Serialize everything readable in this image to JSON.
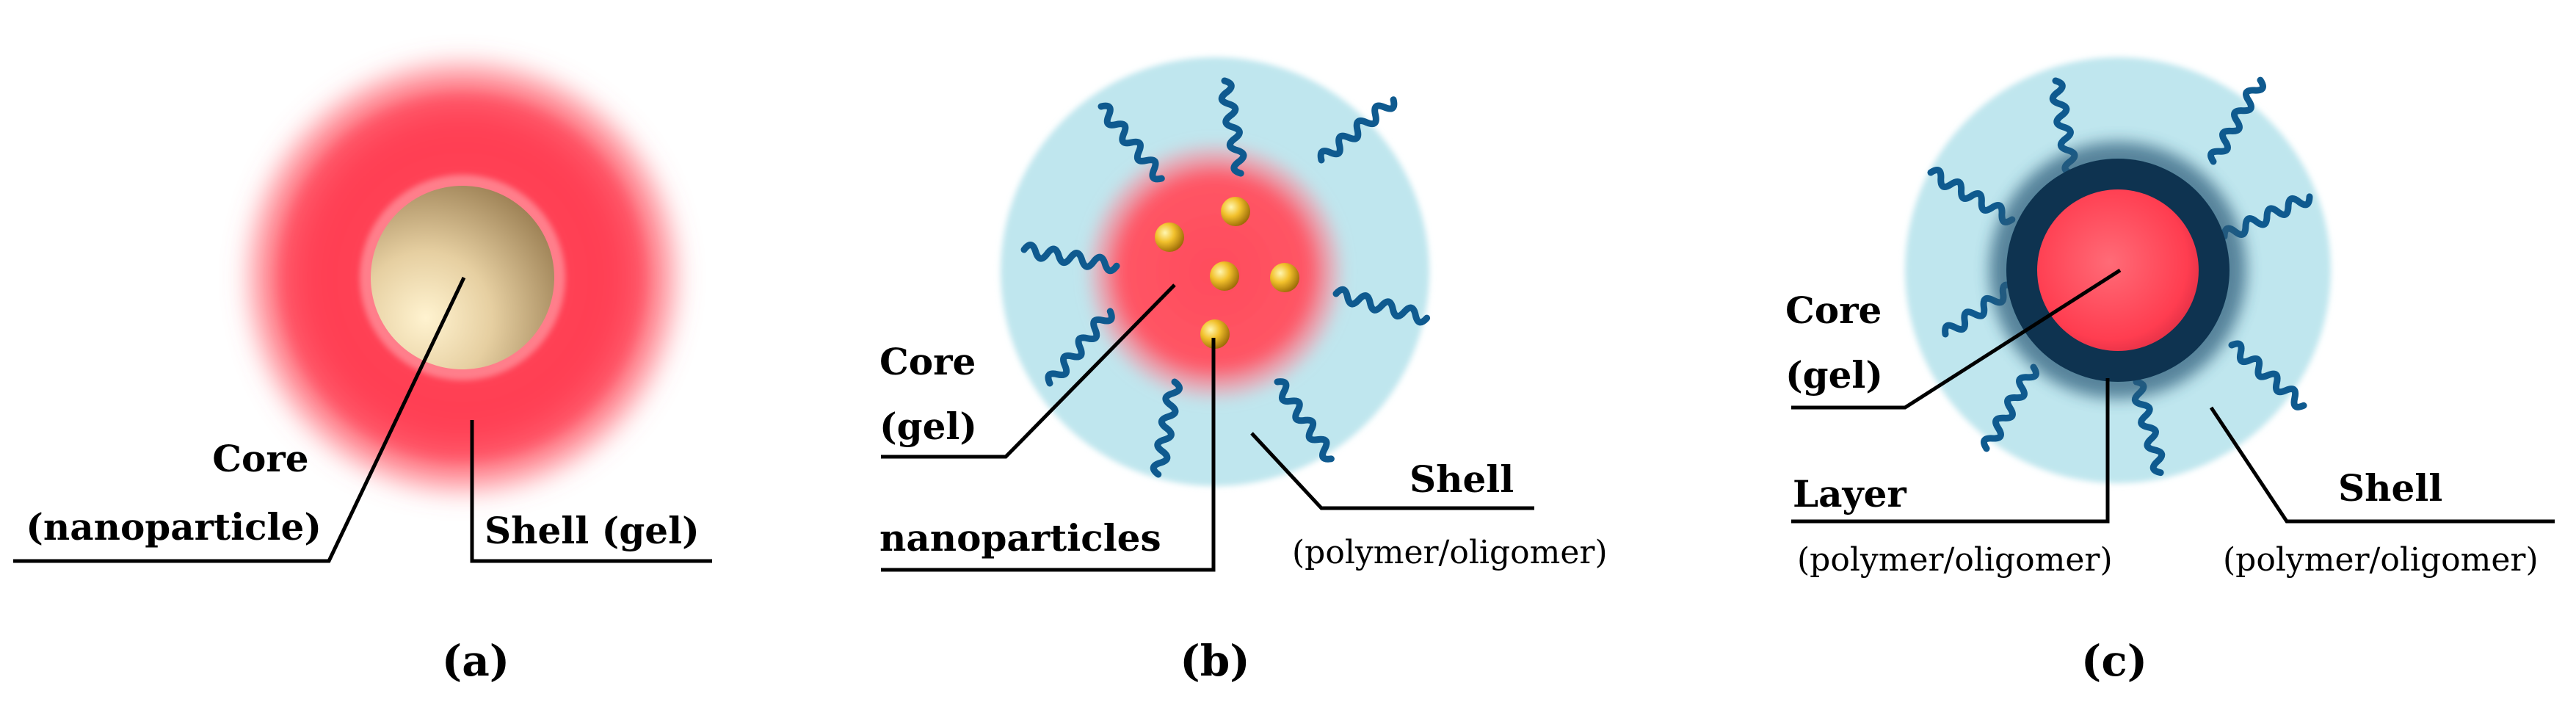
{
  "panels": {
    "a": {
      "caption": "(a)",
      "core_label": [
        "Core",
        "(nanoparticle)"
      ],
      "shell_label": "Shell (gel)"
    },
    "b": {
      "caption": "(b)",
      "core_label": [
        "Core",
        "(gel)"
      ],
      "nanoparticles_label": "nanoparticles",
      "shell_label": "Shell",
      "shell_sublabel": "(polymer/oligomer)"
    },
    "c": {
      "caption": "(c)",
      "core_label": [
        "Core",
        "(gel)"
      ],
      "layer_label": "Layer",
      "layer_sublabel": "(polymer/oligomer)",
      "shell_label": "Shell",
      "shell_sublabel": "(polymer/oligomer)"
    }
  },
  "colors": {
    "gel_red": "#ff4d5e",
    "nanoparticle_tan": "#d9c29a",
    "shell_blue": "#bfe6ee",
    "chain_blue": "#0f5a8f",
    "layer_dark": "#0e3350",
    "gold": "#e6b422"
  }
}
